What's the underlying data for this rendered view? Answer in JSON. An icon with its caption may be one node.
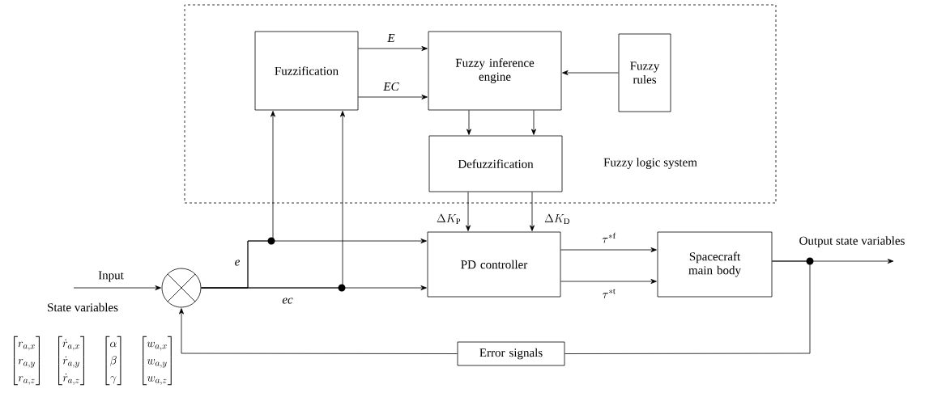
{
  "diagram": {
    "nodes": [
      {
        "text": [
          "Fuzzy logic system"
        ]
      },
      {
        "text": [
          "Fuzzification"
        ],
        "in": 0
      },
      {
        "text": [
          "Fuzzy inference engine"
        ],
        "in": 0
      },
      {
        "text": [
          "Fuzzy rules"
        ],
        "in": 0
      },
      {
        "text": [
          "Defuzzification"
        ],
        "in": 0
      },
      {
        "text": [
          "PD controller"
        ]
      },
      {
        "text": [
          "Spacecraft main body"
        ]
      },
      {
        "text": [],
        "shape": "circle"
      },
      {
        "text": [
          "Error signals"
        ]
      }
    ],
    "edges": [
      {
        "from": null,
        "to": 7,
        "arrow": "to",
        "label": "Input"
      },
      {
        "from": 7,
        "to": 1,
        "arrow": "to"
      },
      {
        "from": 7,
        "to": 5,
        "arrow": "to",
        "label": "e"
      },
      {
        "from": 7,
        "to": 1,
        "arrow": "to"
      },
      {
        "from": 7,
        "to": 5,
        "arrow": "to",
        "label": "ec"
      },
      {
        "from": 1,
        "to": 2,
        "arrow": "to",
        "label": "E"
      },
      {
        "from": 1,
        "to": 2,
        "arrow": "to",
        "label": "EC"
      },
      {
        "from": 3,
        "to": 2,
        "arrow": "to"
      },
      {
        "from": 2,
        "to": 4,
        "arrow": "to"
      },
      {
        "from": 2,
        "to": 4,
        "arrow": "to"
      },
      {
        "from": 4,
        "to": 5,
        "arrow": "to",
        "label": "\\Delta K_{\\mathrm{P}}"
      },
      {
        "from": 4,
        "to": 5,
        "arrow": "to",
        "label": "\\Delta K_{\\mathrm{D}}"
      },
      {
        "from": 5,
        "to": 6,
        "arrow": "to",
        "label": "\\tau^{*\\mathrm{f}}"
      },
      {
        "from": 5,
        "to": 6,
        "arrow": "to",
        "label": "\\tau^{*\\mathrm{t}}"
      },
      {
        "from": 6,
        "to": null,
        "arrow": "to",
        "label": "Output state variables"
      },
      {
        "from": 6,
        "to": 8,
        "arrow": "none"
      },
      {
        "from": 8,
        "to": 7,
        "arrow": "to"
      }
    ],
    "labels": [
      "State variables",
      "\\begin{bmatrix} r_{a,x}\\\\ r_{a,y}\\\\ r_{a,z}\\end{bmatrix}",
      "\\begin{bmatrix} \\dot{r}_{a,x}\\\\ \\dot{r}_{a,y}\\\\ \\dot{r}_{a,z}\\end{bmatrix}",
      "\\begin{bmatrix} \\alpha\\\\ \\beta\\\\ \\gamma\\end{bmatrix}",
      "\\begin{bmatrix} w_{a,x}\\\\ w_{a,y}\\\\ w_{a,z}\\end{bmatrix}"
    ]
  }
}
